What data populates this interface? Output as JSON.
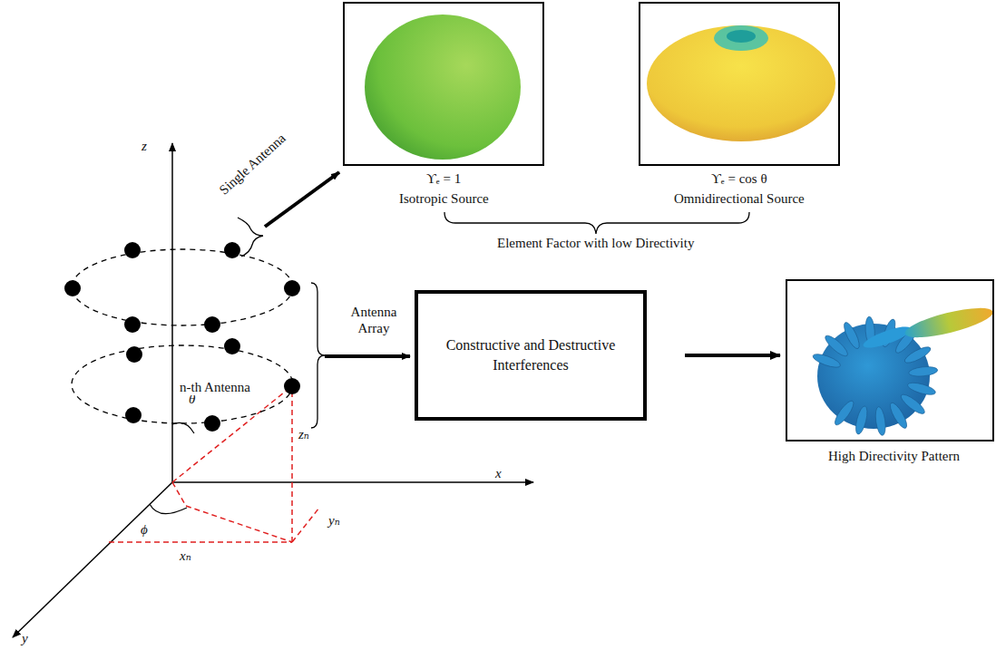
{
  "diagram": {
    "nodes": [
      {
        "text": [
          "ϒₑ = 1",
          "Isotropic Source"
        ]
      },
      {
        "text": [
          "ϒₑ = cos θ",
          "Omnidirectional Source"
        ]
      },
      {
        "text": [
          "Constructive and Destructive Interferences"
        ]
      },
      {
        "text": [
          "High Directivity Pattern"
        ]
      }
    ],
    "edges": [
      {
        "from": 2,
        "to": 3,
        "arrow": "to"
      }
    ],
    "labels": [
      "z",
      "x",
      "y",
      "θ",
      "ϕ",
      "xₙ",
      "yₙ",
      "zₙ",
      "Single Antenna",
      "n-th Antenna",
      "Antenna Array",
      "Element Factor with low Directivity"
    ]
  }
}
